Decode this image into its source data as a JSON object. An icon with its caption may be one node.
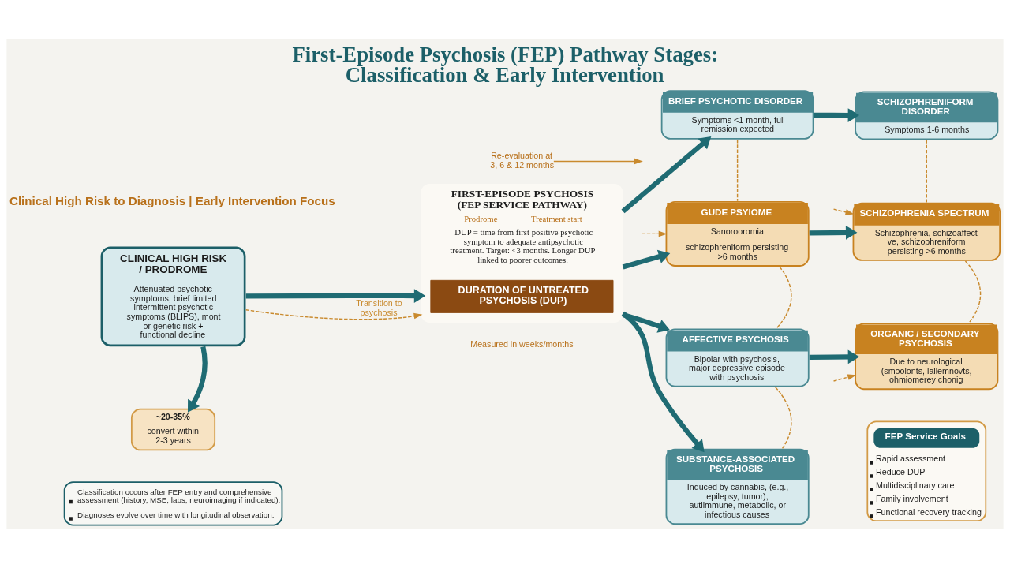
{
  "diagram": {
    "title": "First-Episode Psychosis (FEP) Pathway Stages: Classification & Early Intervention",
    "nodes": [
      {
        "text": [
          "CLINICAL HIGH RISK / PRODROME",
          "Attenuated psychotic symptoms, brief limited intermittent psychotic symptoms (BLIPS), mont or genetic risk + functional decline"
        ]
      },
      {
        "text": [
          "~20-35%",
          "convert within 2-3 years"
        ]
      },
      {
        "text": [
          "FIRST-EPISODE PSYCHOSIS (FEP SERVICE PATHWAY)",
          "Prodrome",
          "Treatment start",
          "DUP = time from first positive psychotic symptom to adequate antipsychotic treatment. Target: <3 months. Longer DUP linked to poorer outcomes."
        ],
        "beside": [
          "Measured in weeks/months"
        ]
      },
      {
        "text": [
          "DURATION OF UNTREATED PSYCHOSIS (DUP)"
        ],
        "in": 2
      },
      {
        "text": [
          "BRIEF PSYCHOTIC DISORDER",
          "Symptoms <1 month, full remission expected"
        ]
      },
      {
        "text": [
          "SCHIZOPHRENIFORM DISORDER",
          "Symptoms 1-6 months"
        ]
      },
      {
        "text": [
          "GUDE PSYIOME",
          "Sanorooromia",
          "schizophreniform persisting >6 months"
        ]
      },
      {
        "text": [
          "SCHIZOPHRENIA SPECTRUM",
          "Schizophrenia, schizoaffect ve, schizophreniform persisting >6 months"
        ]
      },
      {
        "text": [
          "AFFECTIVE PSYCHOSIS",
          "Bipolar with psychosis, major depressive episode with psychosis"
        ]
      },
      {
        "text": [
          "ORGANIC / SECONDARY PSYCHOSIS",
          "Due to neurological (smoolonts, lallemnovts, ohmiomerey chonig"
        ]
      },
      {
        "text": [
          "SUBSTANCE-ASSOCIATED PSYCHOSIS",
          "Induced by cannabis, (e.g., epilepsy, tumor), autiimmune, metabolic, or infectious causes"
        ]
      },
      {
        "text": [
          "Re-evaluation at 3, 6 & 12 months"
        ]
      },
      {
        "text": [
          "FEP Service Goals",
          "Rapid assessment",
          "Reduce DUP",
          "Multidisciplinary care",
          "Family involvement",
          "Functional recovery tracking"
        ]
      },
      {
        "text": [
          "Classification occurs after FEP entry and comprehensive assessment (history, MSE, labs, neuroimaging if indicated).",
          "Diagnoses evolve over time with longitudinal observation."
        ]
      }
    ],
    "edges": [
      {
        "from": 0,
        "to": 2,
        "arrow": "to",
        "style": "thick",
        "color": "#1f6b73"
      },
      {
        "from": 0,
        "to": 1,
        "arrow": "to",
        "style": "thick",
        "color": "#1f6b73"
      },
      {
        "from": 0,
        "to": 2,
        "arrow": "to",
        "style": "dashed",
        "color": "#c98a2e",
        "label": "Transition to psychosis"
      },
      {
        "from": 2,
        "to": 4,
        "arrow": "to",
        "style": "thick",
        "color": "#1f6b73"
      },
      {
        "from": 2,
        "to": 6,
        "arrow": "to",
        "style": "thick",
        "color": "#1f6b73"
      },
      {
        "from": 2,
        "to": 8,
        "arrow": "to",
        "style": "thick",
        "color": "#1f6b73"
      },
      {
        "from": 2,
        "to": 10,
        "arrow": "to",
        "style": "thick",
        "color": "#1f6b73"
      },
      {
        "from": 4,
        "to": 5,
        "arrow": "to",
        "style": "thick",
        "color": "#1f6b73"
      },
      {
        "from": 6,
        "to": 7,
        "arrow": "to",
        "style": "thick",
        "color": "#1f6b73"
      },
      {
        "from": 8,
        "to": 9,
        "arrow": "to",
        "style": "thick",
        "color": "#1f6b73"
      },
      {
        "from": null,
        "to": 6,
        "arrow": "to",
        "style": "dashed",
        "color": "#c98a2e"
      },
      {
        "from": null,
        "to": 7,
        "arrow": "to",
        "style": "dashed",
        "color": "#c98a2e"
      },
      {
        "from": null,
        "to": 9,
        "arrow": "to",
        "style": "dashed",
        "color": "#c98a2e"
      },
      {
        "from": 4,
        "to": 6,
        "arrow": "none",
        "style": "dashed",
        "color": "#c98a2e"
      },
      {
        "from": 6,
        "to": 8,
        "arrow": "none",
        "style": "dashed",
        "color": "#c98a2e"
      },
      {
        "from": 8,
        "to": 10,
        "arrow": "none",
        "style": "dashed",
        "color": "#c98a2e"
      },
      {
        "from": 5,
        "to": 7,
        "arrow": "none",
        "style": "dashed",
        "color": "#c98a2e"
      },
      {
        "from": 7,
        "to": 9,
        "arrow": "none",
        "style": "dashed",
        "color": "#c98a2e"
      },
      {
        "from": 11,
        "to": null,
        "arrow": "to",
        "color": "#c98a2e"
      }
    ],
    "labels": [
      "Clinical High Risk to Diagnosis | Early Intervention Focus"
    ]
  }
}
